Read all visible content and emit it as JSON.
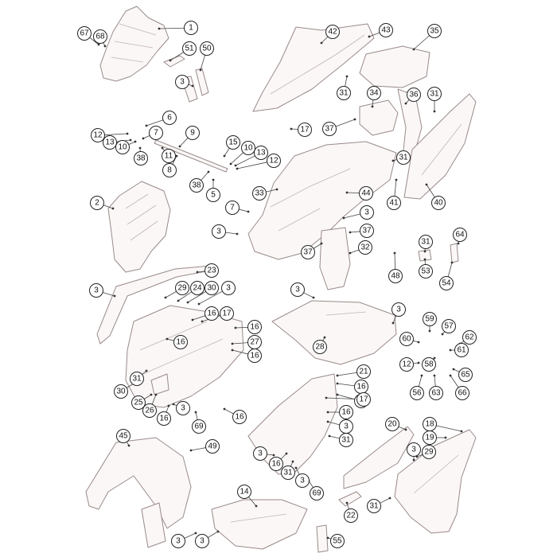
{
  "diagram": {
    "callouts": [
      {
        "label": "67"
      },
      {
        "label": "68"
      },
      {
        "label": "1"
      },
      {
        "label": "51"
      },
      {
        "label": "50"
      },
      {
        "label": "3"
      },
      {
        "label": "6"
      },
      {
        "label": "12"
      },
      {
        "label": "13"
      },
      {
        "label": "10"
      },
      {
        "label": "7"
      },
      {
        "label": "9"
      },
      {
        "label": "38"
      },
      {
        "label": "11"
      },
      {
        "label": "8"
      },
      {
        "label": "15"
      },
      {
        "label": "10"
      },
      {
        "label": "13"
      },
      {
        "label": "12"
      },
      {
        "label": "38"
      },
      {
        "label": "5"
      },
      {
        "label": "42"
      },
      {
        "label": "43"
      },
      {
        "label": "35"
      },
      {
        "label": "31"
      },
      {
        "label": "34"
      },
      {
        "label": "36"
      },
      {
        "label": "31"
      },
      {
        "label": "17"
      },
      {
        "label": "37"
      },
      {
        "label": "31"
      },
      {
        "label": "33"
      },
      {
        "label": "44"
      },
      {
        "label": "41"
      },
      {
        "label": "40"
      },
      {
        "label": "2"
      },
      {
        "label": "7"
      },
      {
        "label": "3"
      },
      {
        "label": "3"
      },
      {
        "label": "37"
      },
      {
        "label": "37"
      },
      {
        "label": "32"
      },
      {
        "label": "64"
      },
      {
        "label": "31"
      },
      {
        "label": "53"
      },
      {
        "label": "54"
      },
      {
        "label": "48"
      },
      {
        "label": "23"
      },
      {
        "label": "3"
      },
      {
        "label": "29"
      },
      {
        "label": "24"
      },
      {
        "label": "30"
      },
      {
        "label": "3"
      },
      {
        "label": "3"
      },
      {
        "label": "16"
      },
      {
        "label": "17"
      },
      {
        "label": "16"
      },
      {
        "label": "27"
      },
      {
        "label": "16"
      },
      {
        "label": "16"
      },
      {
        "label": "31"
      },
      {
        "label": "30"
      },
      {
        "label": "25"
      },
      {
        "label": "26"
      },
      {
        "label": "16"
      },
      {
        "label": "3"
      },
      {
        "label": "69"
      },
      {
        "label": "16"
      },
      {
        "label": "28"
      },
      {
        "label": "3"
      },
      {
        "label": "59"
      },
      {
        "label": "57"
      },
      {
        "label": "60"
      },
      {
        "label": "62"
      },
      {
        "label": "61"
      },
      {
        "label": "12"
      },
      {
        "label": "58"
      },
      {
        "label": "65"
      },
      {
        "label": "56"
      },
      {
        "label": "63"
      },
      {
        "label": "66"
      },
      {
        "label": "21"
      },
      {
        "label": "16"
      },
      {
        "label": "16"
      },
      {
        "label": "17"
      },
      {
        "label": "16"
      },
      {
        "label": "3"
      },
      {
        "label": "31"
      },
      {
        "label": "20"
      },
      {
        "label": "18"
      },
      {
        "label": "19"
      },
      {
        "label": "3"
      },
      {
        "label": "29"
      },
      {
        "label": "45"
      },
      {
        "label": "49"
      },
      {
        "label": "3"
      },
      {
        "label": "16"
      },
      {
        "label": "31"
      },
      {
        "label": "3"
      },
      {
        "label": "69"
      },
      {
        "label": "14"
      },
      {
        "label": "3"
      },
      {
        "label": "31"
      },
      {
        "label": "22"
      },
      {
        "label": "55"
      },
      {
        "label": "3"
      }
    ]
  }
}
